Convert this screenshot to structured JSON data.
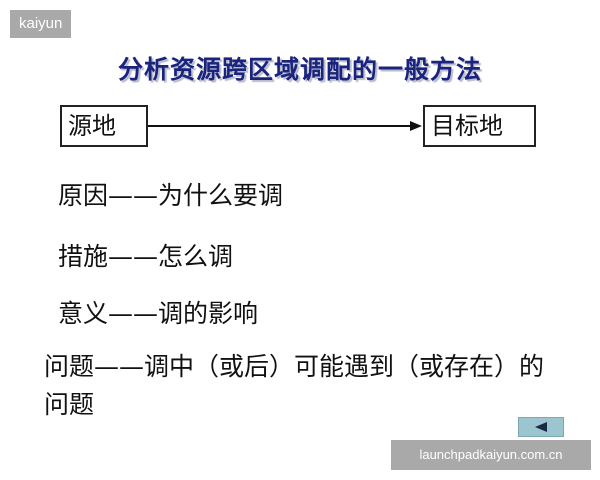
{
  "watermark_top": "kaiyun",
  "title": "分析资源跨区域调配的一般方法",
  "flow": {
    "source": "源地",
    "target": "目标地"
  },
  "items": [
    {
      "term": "原因",
      "dash": "——",
      "desc": "为什么要调"
    },
    {
      "term": "措施",
      "dash": "——",
      "desc": "怎么调"
    },
    {
      "term": "意义",
      "dash": "——",
      "desc": "调的影响"
    }
  ],
  "problem": {
    "text": "问题——调中（或后）可能遇到（或存在）的问题"
  },
  "nav": {
    "icon": "play-back-icon"
  },
  "watermark_bottom": "launchpadkaiyun.com.cn"
}
